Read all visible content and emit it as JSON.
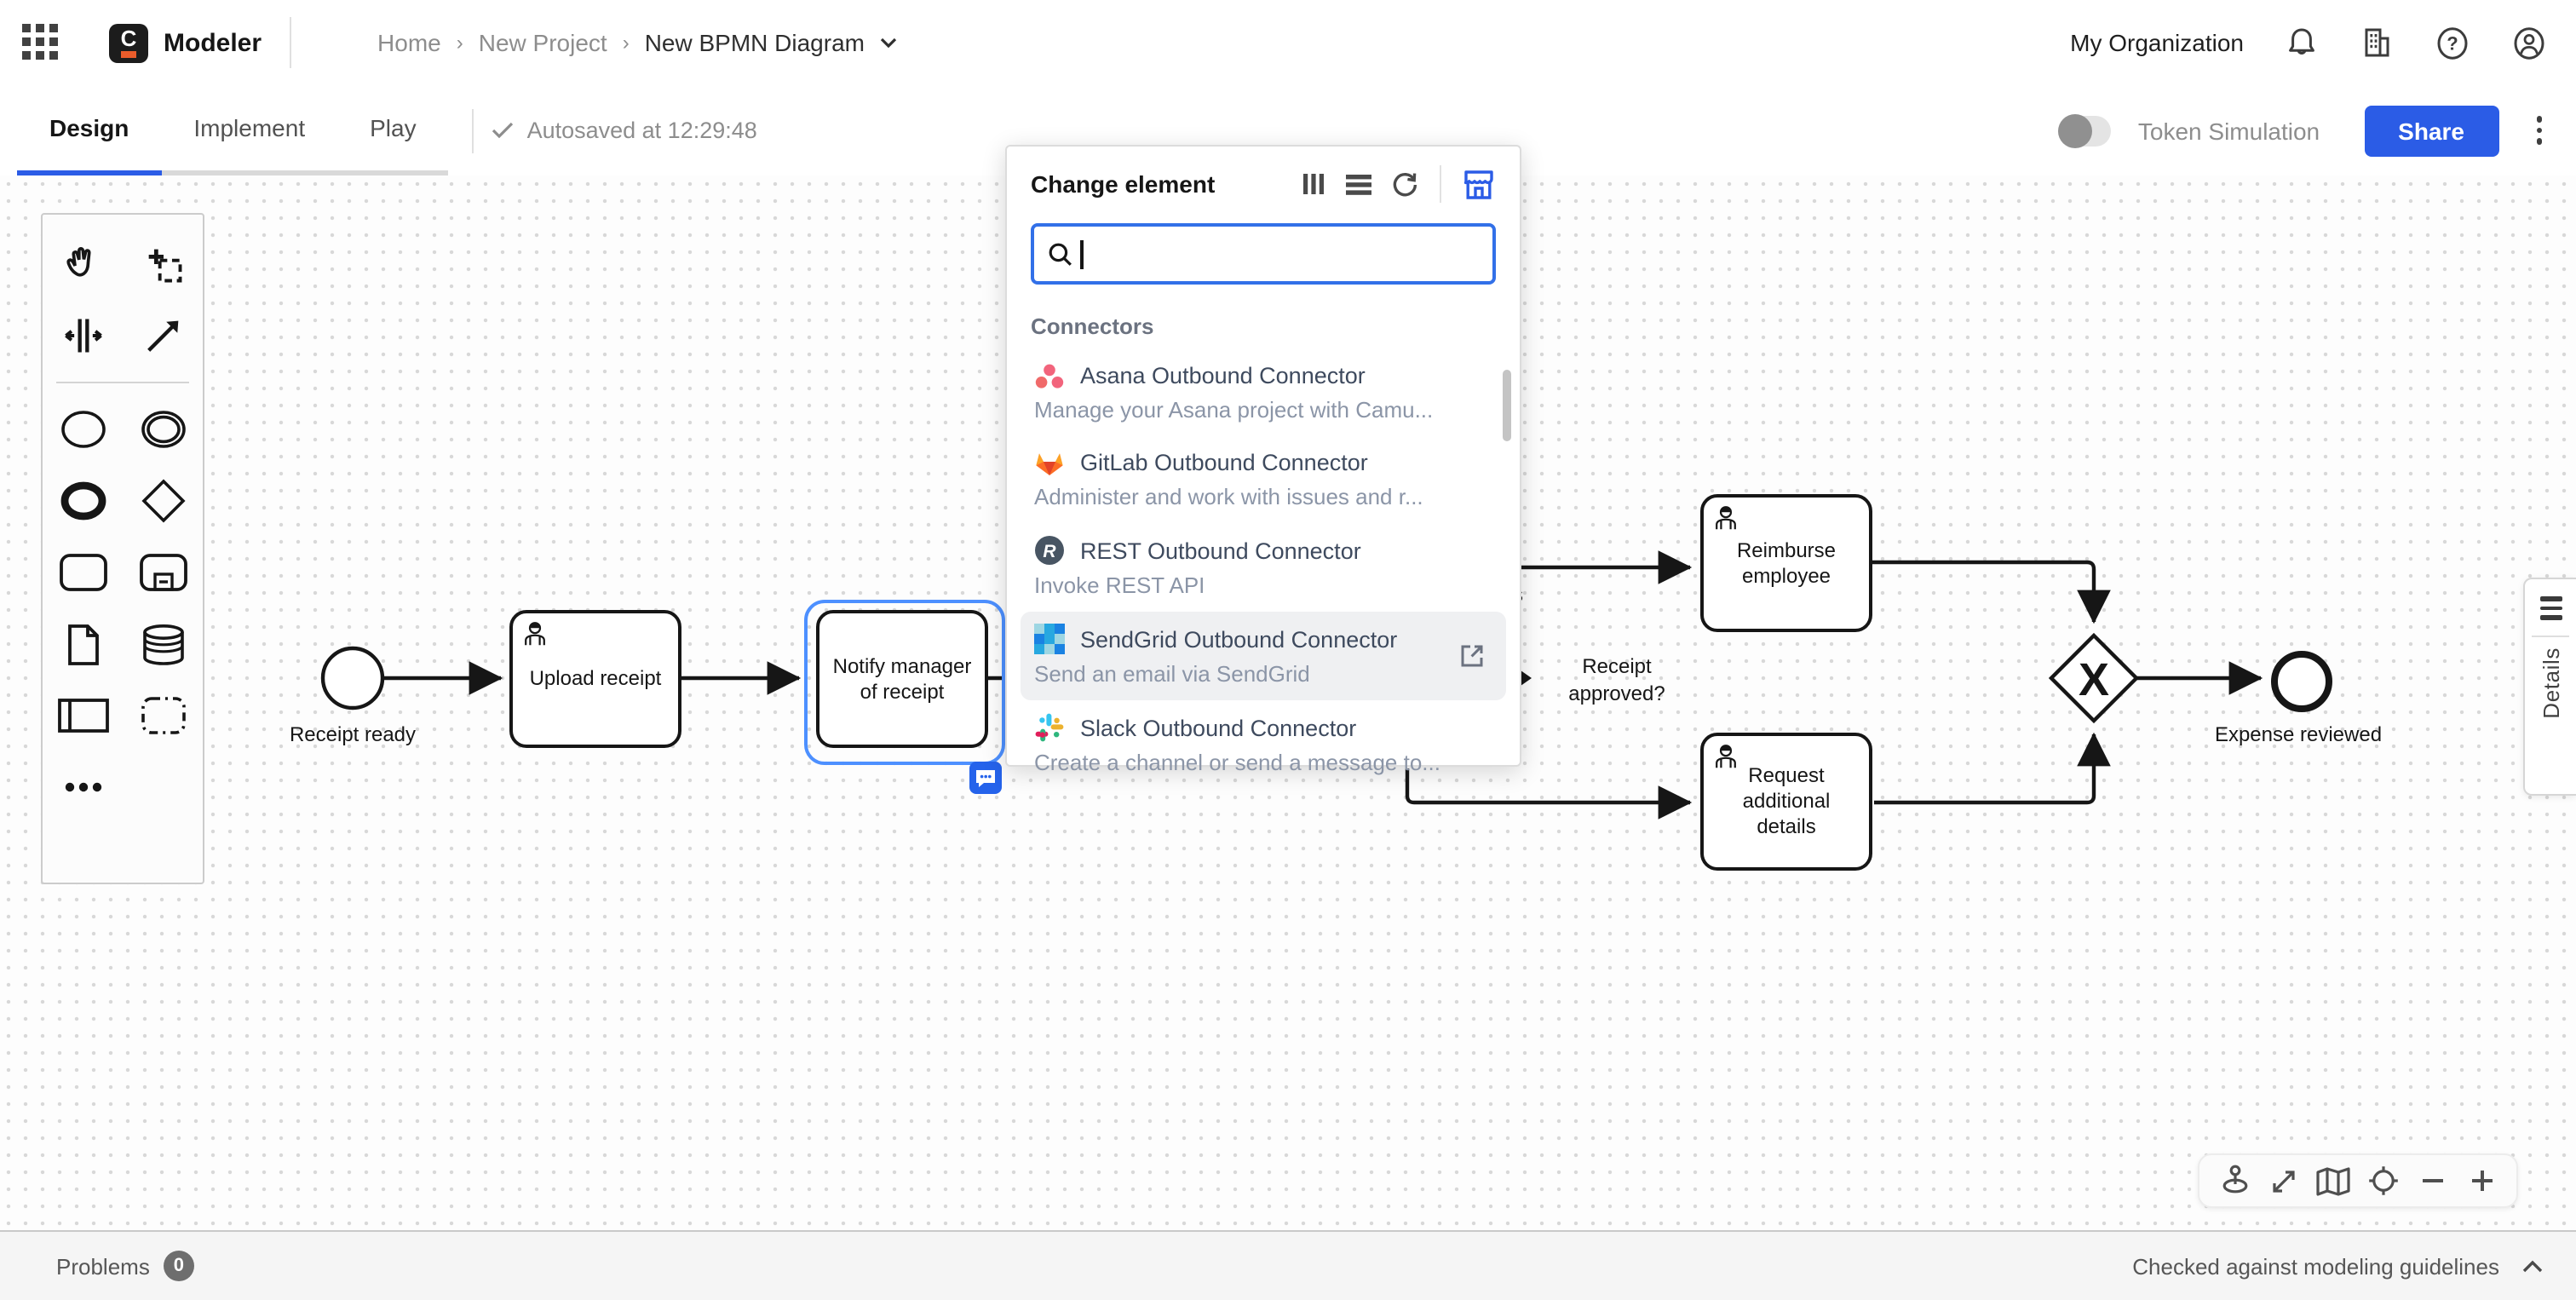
{
  "header": {
    "brand": "Modeler",
    "logo_letter": "C",
    "breadcrumbs": {
      "home": "Home",
      "project": "New Project",
      "diagram": "New BPMN Diagram"
    },
    "org_label": "My Organization"
  },
  "toolbar": {
    "tabs": {
      "design": "Design",
      "implement": "Implement",
      "play": "Play"
    },
    "active_tab": "Design",
    "autosave": "Autosaved at 12:29:48",
    "token_simulation_label": "Token Simulation",
    "token_simulation_state": "off",
    "share_label": "Share"
  },
  "popup": {
    "title": "Change element",
    "search_value": "",
    "search_placeholder": "",
    "section": "Connectors",
    "items": [
      {
        "icon": "asana-logo",
        "title": "Asana Outbound Connector",
        "desc": "Manage your Asana project with Camu..."
      },
      {
        "icon": "gitlab-logo",
        "title": "GitLab Outbound Connector",
        "desc": "Administer and work with issues and r..."
      },
      {
        "icon": "rest-logo",
        "title": "REST Outbound Connector",
        "desc": "Invoke REST API"
      },
      {
        "icon": "sendgrid-logo",
        "title": "SendGrid Outbound Connector",
        "desc": "Send an email via SendGrid",
        "highlighted": true
      },
      {
        "icon": "slack-logo",
        "title": "Slack Outbound Connector",
        "desc": "Create a channel or send a message to..."
      }
    ]
  },
  "diagram": {
    "start_event_label": "Receipt ready",
    "task_upload": "Upload receipt",
    "task_notify": "Notify manager of receipt",
    "task_reimburse": "Reimburse employee",
    "task_request": "Request additional details",
    "gateway_label": "Receipt approved?",
    "gateway_marker": "X",
    "end_event_label": "Expense reviewed",
    "flow_label_fragment": "s"
  },
  "side_panel": {
    "label": "Details"
  },
  "statusbar": {
    "problems_label": "Problems",
    "problems_count": "0",
    "right_text": "Checked against modeling guidelines"
  },
  "colors": {
    "accent": "#2b5ce6",
    "selection_outline": "#4d90ff",
    "comment_badge": "#2563eb",
    "bpmn_stroke": "#161616"
  }
}
